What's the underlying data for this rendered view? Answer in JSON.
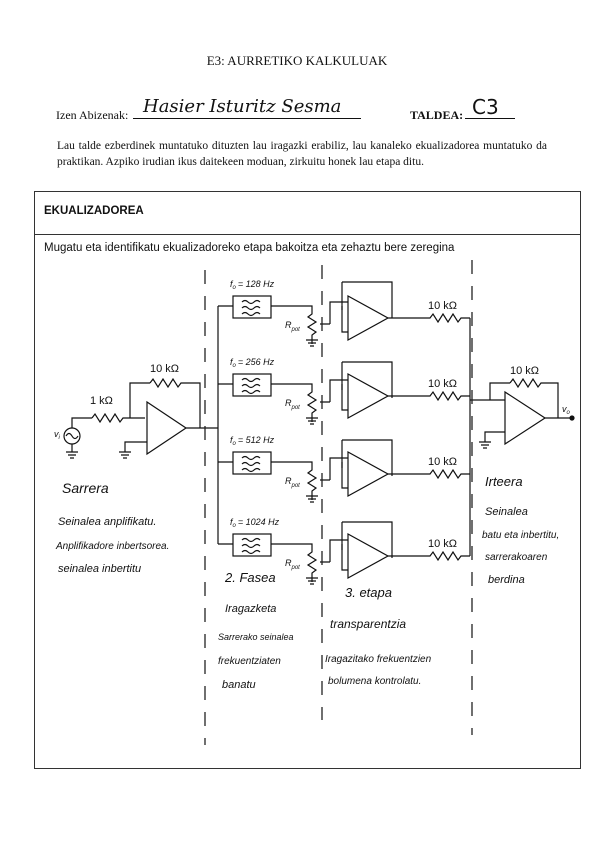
{
  "header": {
    "title": "E3: AURRETIKO KALKULUAK",
    "name_label": "Izen Abizenak:",
    "name_value": "Hasier Isturitz Sesma",
    "team_label": "TALDEA:",
    "team_value": "C3"
  },
  "intro": "Lau talde ezberdinek muntatuko dituzten lau iragazki erabiliz, lau kanaleko ekualizadorea muntatuko da praktikan. Azpiko irudian ikus daitekeen moduan, zirkuitu honek lau etapa ditu.",
  "section": {
    "title": "EKUALIZADOREA",
    "question": "Mugatu eta identifikatu ekualizadoreko etapa bakoitza eta zehaztu bere zeregina"
  },
  "schematic": {
    "in_feedback": "10 kΩ",
    "in_resistor": "1 kΩ",
    "vi": "v",
    "vi_sub": "i",
    "vo": "v",
    "vo_sub": "o",
    "out_feedback": "10 kΩ",
    "channels": [
      {
        "freq": "= 128 Hz",
        "rpot": "R",
        "rpot_sub": "pot",
        "res": "10 kΩ"
      },
      {
        "freq": "= 256 Hz",
        "rpot": "R",
        "rpot_sub": "pot",
        "res": "10 kΩ"
      },
      {
        "freq": "= 512 Hz",
        "rpot": "R",
        "rpot_sub": "pot",
        "res": "10 kΩ"
      },
      {
        "freq": "= 1024 Hz",
        "rpot": "R",
        "rpot_sub": "pot",
        "res": "10 kΩ"
      }
    ],
    "f0": "f",
    "f0_sub": "o"
  },
  "handwriting": {
    "stage1": {
      "title": "Sarrera",
      "lines": [
        "Seinalea anplifikatu.",
        "Anplifikadore inbertsorea.",
        "seinalea inbertitu"
      ]
    },
    "stage2": {
      "title": "2. Fasea",
      "lines": [
        "Iragazketa",
        "Sarrerako seinalea",
        "frekuentziaten",
        "banatu"
      ]
    },
    "stage3": {
      "title": "3. etapa",
      "lines": [
        "transparentzia",
        "Iragazitako frekuentzien",
        "bolumena kontrolatu."
      ]
    },
    "stage4": {
      "title": "Irteera",
      "lines": [
        "Seinalea",
        "batu eta inbertitu,",
        "sarrerakoaren",
        "berdina"
      ]
    }
  }
}
